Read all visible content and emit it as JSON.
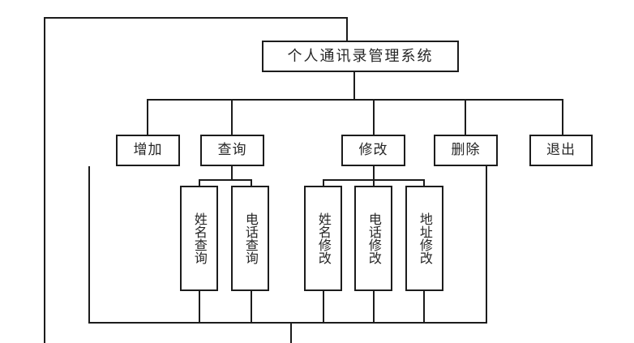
{
  "diagram": {
    "title": "个人通讯录管理系统",
    "type": "system-function-tree",
    "root": {
      "id": "root",
      "label": "个人通讯录管理系统",
      "orientation": "horizontal"
    },
    "level2": [
      {
        "id": "add",
        "label": "增加",
        "orientation": "horizontal"
      },
      {
        "id": "query",
        "label": "查询",
        "orientation": "horizontal"
      },
      {
        "id": "modify",
        "label": "修改",
        "orientation": "horizontal"
      },
      {
        "id": "delete",
        "label": "删除",
        "orientation": "horizontal"
      },
      {
        "id": "exit",
        "label": "退出",
        "orientation": "horizontal"
      }
    ],
    "level3": {
      "query_children": [
        {
          "id": "query-name",
          "label": "姓名查询",
          "orientation": "vertical"
        },
        {
          "id": "query-phone",
          "label": "电话查询",
          "orientation": "vertical"
        }
      ],
      "modify_children": [
        {
          "id": "modify-name",
          "label": "姓名修改",
          "orientation": "vertical"
        },
        {
          "id": "modify-phone",
          "label": "电话修改",
          "orientation": "vertical"
        },
        {
          "id": "modify-address",
          "label": "地址修改",
          "orientation": "vertical"
        }
      ]
    },
    "colors": {
      "stroke": "#1c1c1c",
      "fill": "#ffffff",
      "text": "#262626"
    }
  }
}
